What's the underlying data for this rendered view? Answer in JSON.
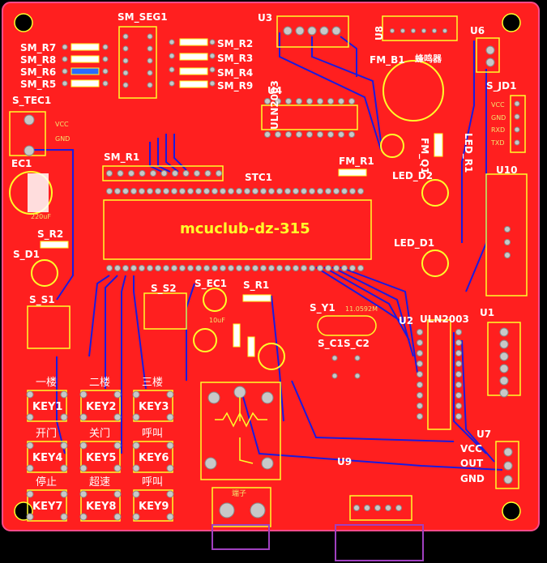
{
  "board": {
    "title": "mcuclub-dz-315",
    "colors": {
      "background": "#000000",
      "copper": "#ff1f1f",
      "silkscreen": "#ffff2a",
      "trace": "#1a1adf",
      "pad": "#c0c0c0",
      "label": "#ffffff",
      "outline_purple": "#a040c0"
    }
  },
  "labels": {
    "sm_r7": "SM_R7",
    "sm_r8": "SM_R8",
    "sm_r6": "SM_R6",
    "sm_r5": "SM_R5",
    "sm_seg1": "SM_SEG1",
    "sm_r2": "SM_R2",
    "sm_r3": "SM_R3",
    "sm_r4": "SM_R4",
    "sm_r9": "SM_R9",
    "u3": "U3",
    "u8": "U8",
    "u6": "U6",
    "fm_b1": "FM_B1",
    "buzzer_cn": "蜂鸣器",
    "s_jd1": "S_JD1",
    "s_tec1": "S_TEC1",
    "ec1": "EC1",
    "u4": "U4",
    "uln2003_u4": "ULN2003",
    "fm_q1": "FM_Q1",
    "led_r1": "LED_R1",
    "sm_r1": "SM_R1",
    "stc1": "STC1",
    "fm_r1": "FM_R1",
    "led_d2": "LED_D2",
    "u10": "U10",
    "s_r2": "S_R2",
    "s_d1": "S_D1",
    "led_d1": "LED_D1",
    "s_s1": "S_S1",
    "s_s2": "S_S2",
    "s_ec1": "S_EC1",
    "s_r1": "S_R1",
    "s_y1": "S_Y1",
    "u2": "U2",
    "uln2003_u2": "ULN2003",
    "u1": "U1",
    "s_c1": "S_C1",
    "s_c2": "S_C2",
    "u7": "U7",
    "vcc": "VCC",
    "out": "OUT",
    "gnd": "GND",
    "u9": "U9",
    "jd_vcc": "VCC",
    "jd_gnd": "GND",
    "jd_rxd": "RXD",
    "jd_txd": "TXD",
    "tec_vcc": "VCC",
    "tec_gnd": "GND",
    "cap_220uf": "220uF",
    "crystal": "11.0592M",
    "cap_10uf": "10uF",
    "terminal": "端子"
  },
  "keys": [
    {
      "caption": "一楼",
      "label": "KEY1"
    },
    {
      "caption": "二楼",
      "label": "KEY2"
    },
    {
      "caption": "三楼",
      "label": "KEY3"
    },
    {
      "caption": "开门",
      "label": "KEY4"
    },
    {
      "caption": "关门",
      "label": "KEY5"
    },
    {
      "caption": "呼叫",
      "label": "KEY6"
    },
    {
      "caption": "停止",
      "label": "KEY7"
    },
    {
      "caption": "超速",
      "label": "KEY8"
    },
    {
      "caption": "呼叫",
      "label": "KEY9"
    }
  ]
}
